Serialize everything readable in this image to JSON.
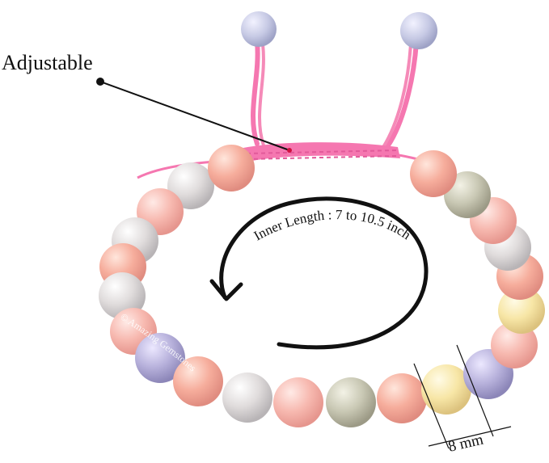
{
  "annotations": {
    "adjustable": "Adjustable",
    "inner_length": "Inner Length : 7 to 10.5 inch",
    "bead_size": "8 mm",
    "watermark": "© Amazing Gemstones"
  },
  "colors": {
    "cord": "#f577b0",
    "peach_bead": "#f6ad9c",
    "pink_bead": "#f7b9b0",
    "lavender_bead": "#b8b2dc",
    "grey_bead": "#e0dcdc",
    "green_bead": "#c9c8b4",
    "yellow_bead": "#f7e6a6"
  }
}
